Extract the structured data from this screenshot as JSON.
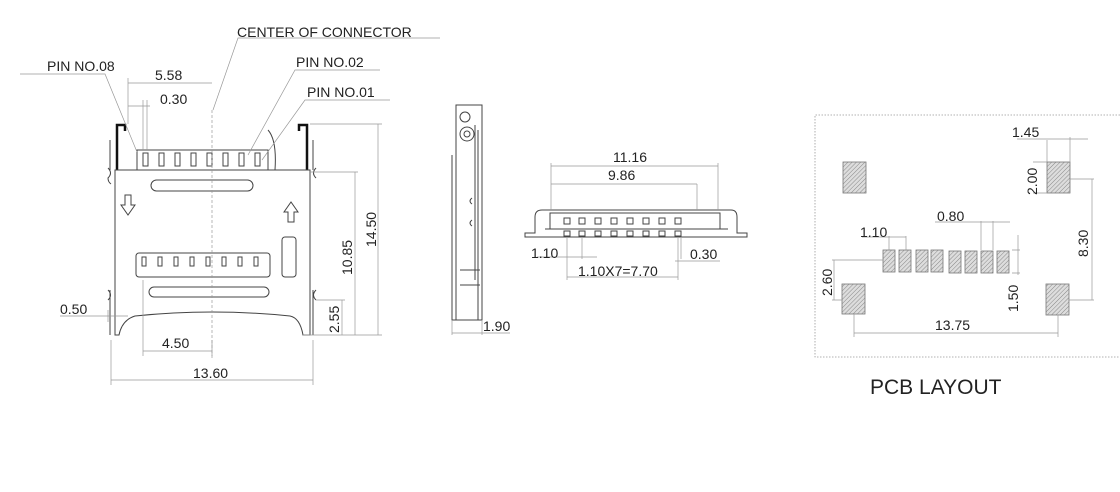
{
  "top_view": {
    "center_label": "CENTER OF CONNECTOR",
    "pin08_label": "PIN  NO.08",
    "pin02_label": "PIN NO.02",
    "pin01_label": "PIN NO.01",
    "dim_558": "5.58",
    "dim_030": "0.30",
    "dim_1085": "10.85",
    "dim_1450": "14.50",
    "dim_050": "0.50",
    "dim_255": "2.55",
    "dim_450": "4.50",
    "dim_1360": "13.60"
  },
  "side_view": {
    "dim_190": "1.90"
  },
  "front_view": {
    "dim_1116": "11.16",
    "dim_986": "9.86",
    "dim_110": "1.10",
    "dim_030": "0.30",
    "dim_pitch": "1.10X7=7.70"
  },
  "pcb_layout": {
    "title": "PCB LAYOUT",
    "dim_145": "1.45",
    "dim_200": "2.00",
    "dim_080": "0.80",
    "dim_110": "1.10",
    "dim_830": "8.30",
    "dim_260": "2.60",
    "dim_150": "1.50",
    "dim_1375": "13.75"
  }
}
